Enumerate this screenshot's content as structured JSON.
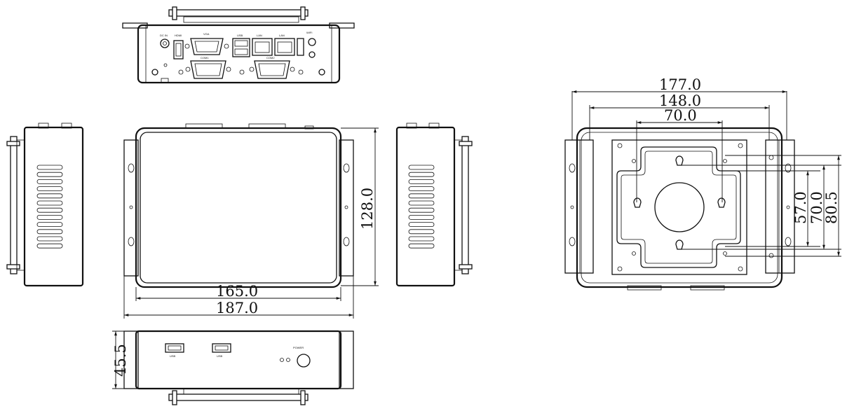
{
  "dimensions": {
    "front_inner_width": "165.0",
    "front_outer_width": "187.0",
    "front_height": "128.0",
    "bottom_height": "45.5",
    "back_total_width": "177.0",
    "back_mount_width": "148.0",
    "back_vesa_width": "70.0",
    "back_vesa_inner": "57.0",
    "back_vesa_height": "70.0",
    "back_total_height": "80.5"
  }
}
